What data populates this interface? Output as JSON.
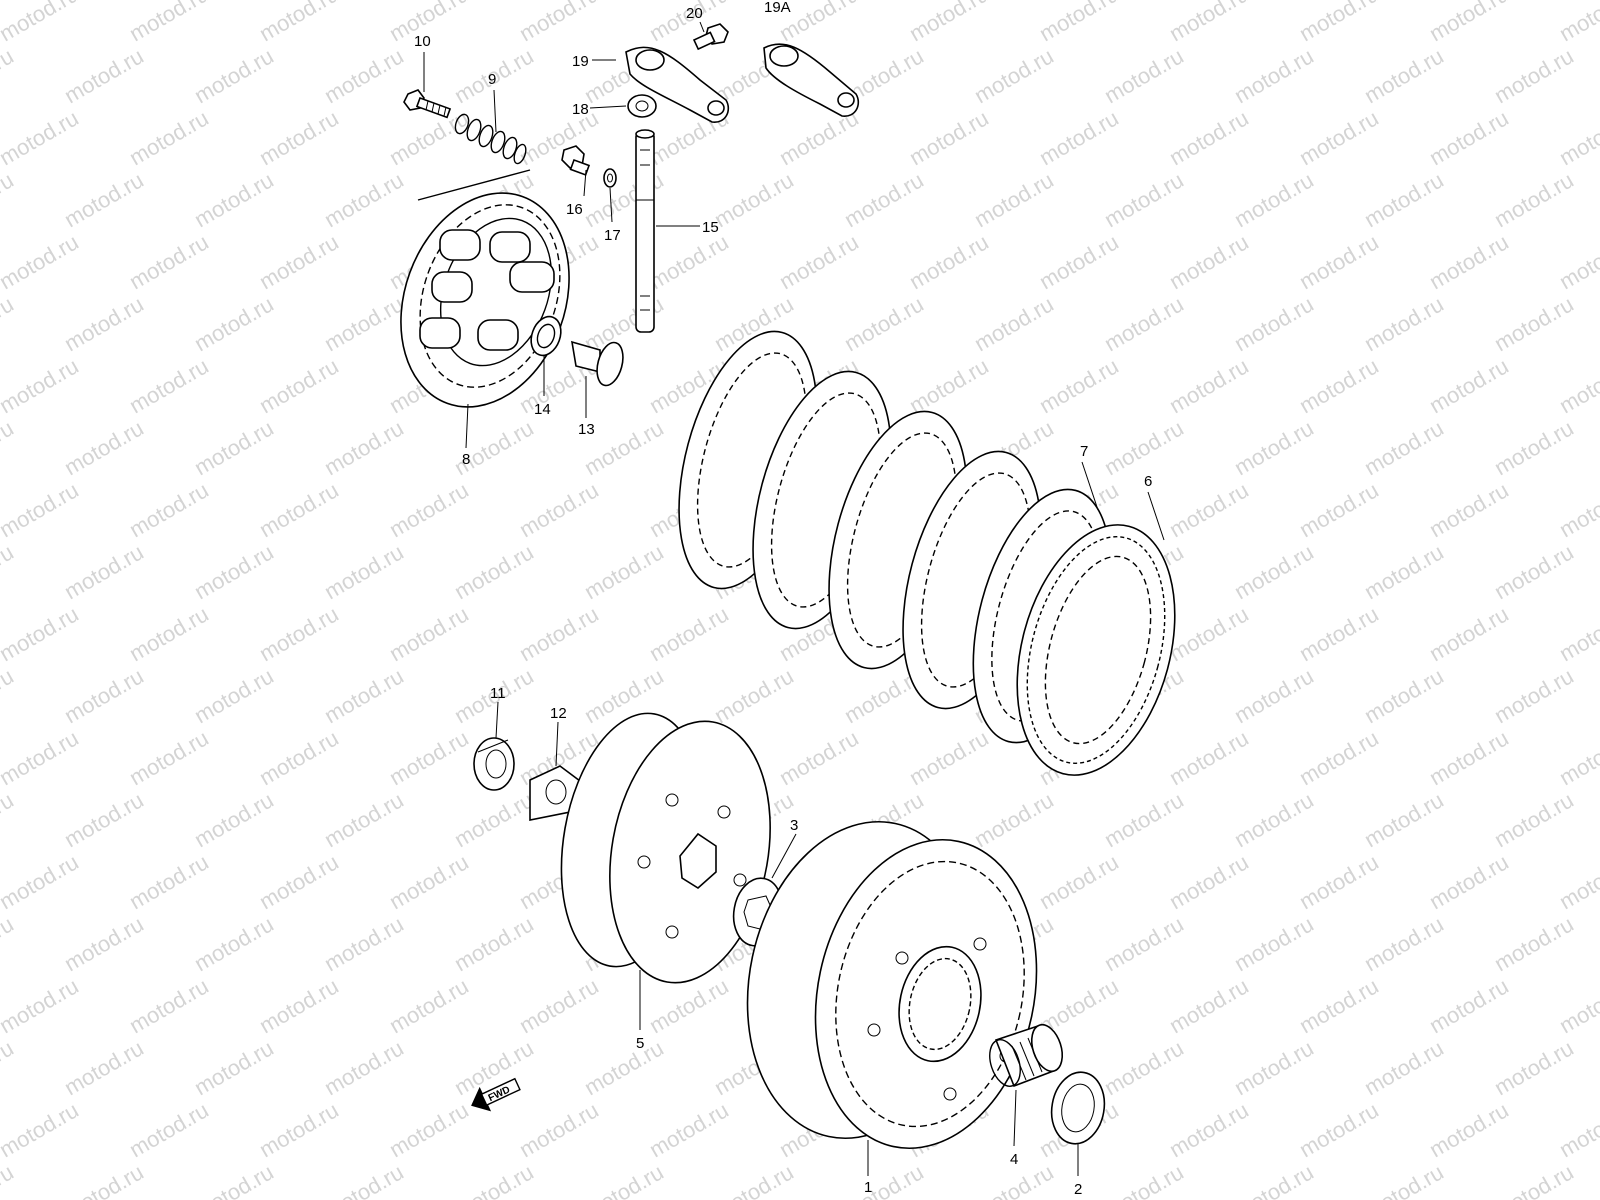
{
  "watermark": "motod.ru",
  "fwd_label": "FWD",
  "callouts": {
    "c1": "1",
    "c2": "2",
    "c3": "3",
    "c4": "4",
    "c5": "5",
    "c6": "6",
    "c7": "7",
    "c8": "8",
    "c9": "9",
    "c10": "10",
    "c11": "11",
    "c12": "12",
    "c13": "13",
    "c14": "14",
    "c15": "15",
    "c16": "16",
    "c17": "17",
    "c18": "18",
    "c19": "19",
    "c19a": "19A",
    "c20": "20"
  }
}
